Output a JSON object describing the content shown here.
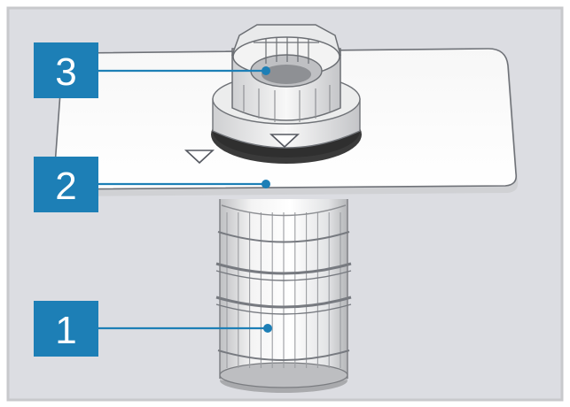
{
  "diagram": {
    "colors": {
      "background": "#dcdde2",
      "frame": "#c8c9cc",
      "callout_fill": "#1d7fb6",
      "leader_line": "#1d7fb6",
      "plate": "#fbfbfb",
      "outline": "#777a80",
      "seal": "#3a3a3a",
      "filter_light": "#f2f2f2",
      "filter_shade": "#c9cacc"
    },
    "callouts": [
      {
        "id": "3",
        "label": "3",
        "part": "micro-filter-top"
      },
      {
        "id": "2",
        "label": "2",
        "part": "flat-filter-plate"
      },
      {
        "id": "1",
        "label": "1",
        "part": "fine-filter-cylinder"
      }
    ]
  }
}
